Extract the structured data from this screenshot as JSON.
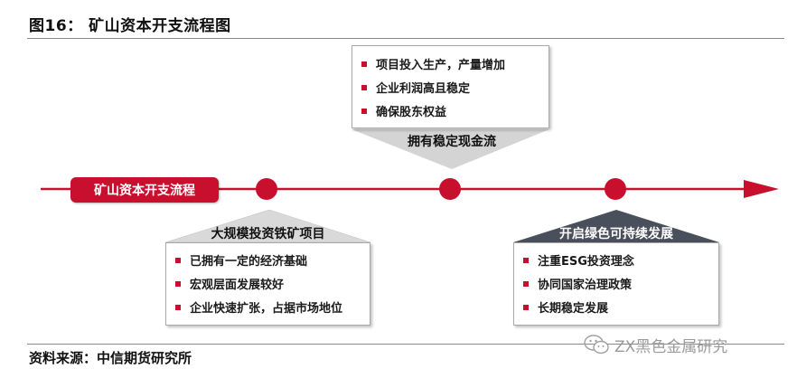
{
  "figure": {
    "title": "图16：  矿山资本开支流程图",
    "source": "资料来源：中信期货研究所"
  },
  "watermark": {
    "text": "ZX黑色金属研究",
    "icon": "wechat-icon"
  },
  "flow": {
    "start_label": "矿山资本开支流程",
    "colors": {
      "accent": "#c8102e",
      "roof_light": "#d9d9d9",
      "roof_dark": "#4a4f5c"
    }
  },
  "stages": {
    "first": {
      "header": "大规模投资铁矿项目",
      "items": [
        "已拥有一定的经济基础",
        "宏观层面发展较好",
        "企业快速扩张，占据市场地位"
      ]
    },
    "second": {
      "header": "拥有稳定现金流",
      "items": [
        "项目投入生产，产量增加",
        "企业利润高且稳定",
        "确保股东权益"
      ]
    },
    "third": {
      "header": "开启绿色可持续发展",
      "items": [
        "注重ESG投资理念",
        "协同国家治理政策",
        "长期稳定发展"
      ]
    }
  }
}
